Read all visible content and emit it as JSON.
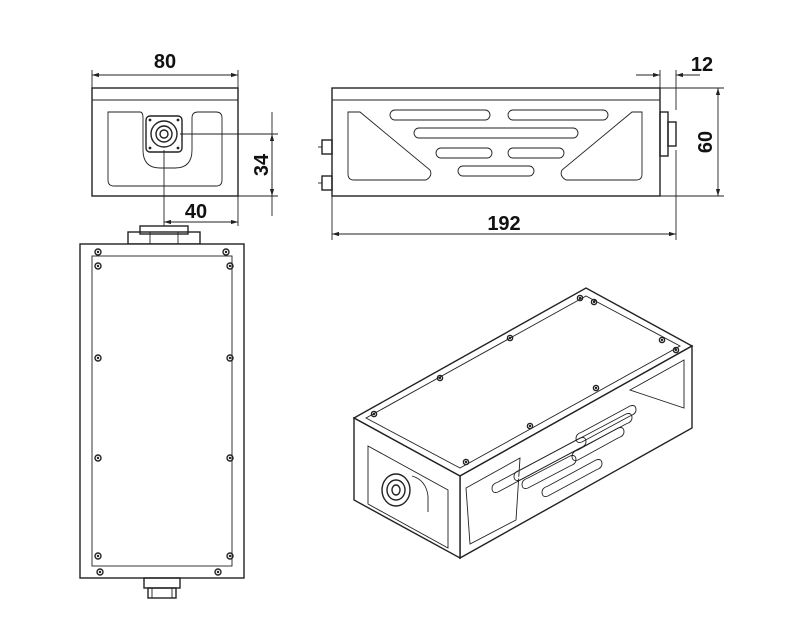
{
  "dimensions": {
    "front_width": "80",
    "front_port_offset": "40",
    "front_port_height": "34",
    "side_length": "192",
    "side_connector_depth": "12",
    "side_height": "60"
  }
}
